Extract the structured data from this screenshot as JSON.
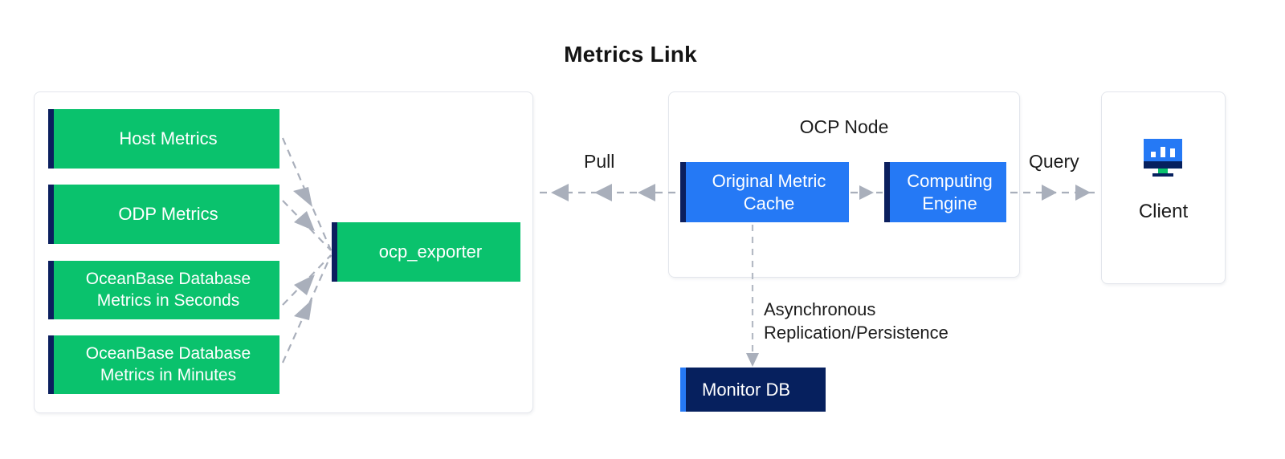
{
  "diagram": {
    "title": "Metrics Link"
  },
  "groups": {
    "exporter": {
      "name": "exporter-group"
    },
    "ocp_node": {
      "title": "OCP Node"
    },
    "client": {
      "label": "Client",
      "icon": "monitor-chart-icon"
    }
  },
  "nodes": {
    "host_metrics": "Host Metrics",
    "odp_metrics": "ODP Metrics",
    "ob_seconds": "OceanBase Database\nMetrics in Seconds",
    "ob_minutes": "OceanBase Database\nMetrics in Minutes",
    "ocp_exporter": "ocp_exporter",
    "original_metric_cache": "Original Metric\nCache",
    "computing_engine": "Computing\nEngine",
    "monitor_db": "Monitor DB"
  },
  "edges": {
    "pull": "Pull",
    "query": "Query",
    "async": "Asynchronous\nReplication/Persistence"
  },
  "colors": {
    "green": "#0ac26d",
    "blue": "#2579f5",
    "navy": "#06205e",
    "accent_border_navy": "#0b1f5e",
    "accent_border_blue": "#2579f5",
    "dashed_line": "#a9afbb",
    "container_border": "#e3e6ec",
    "text_dark": "#1c1c1c",
    "text_light": "#ffffff"
  }
}
